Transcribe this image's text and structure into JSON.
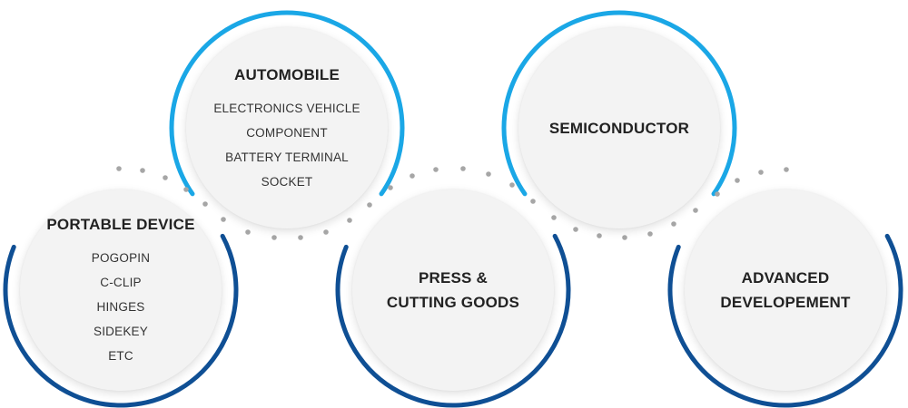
{
  "colors": {
    "light_ring": "#1aa7e6",
    "dark_ring": "#0f4f94",
    "dots": "#a6a6a6",
    "node_fill": "#f3f3f3"
  },
  "nodes": [
    {
      "id": "portable",
      "title": "PORTABLE DEVICE",
      "items": [
        "POGOPIN",
        "C-CLIP",
        "HINGES",
        "SIDEKEY",
        "ETC"
      ],
      "ring": "dark"
    },
    {
      "id": "automobile",
      "title": "AUTOMOBILE",
      "items": [
        "ELECTRONICS VEHICLE",
        "COMPONENT",
        "BATTERY TERMINAL",
        "SOCKET"
      ],
      "ring": "light"
    },
    {
      "id": "press",
      "title": "PRESS &\nCUTTING GOODS",
      "items": [],
      "ring": "dark"
    },
    {
      "id": "semi",
      "title": "SEMICONDUCTOR",
      "items": [],
      "ring": "light"
    },
    {
      "id": "advanced",
      "title": "ADVANCED\nDEVELOPEMENT",
      "items": [],
      "ring": "dark"
    }
  ]
}
